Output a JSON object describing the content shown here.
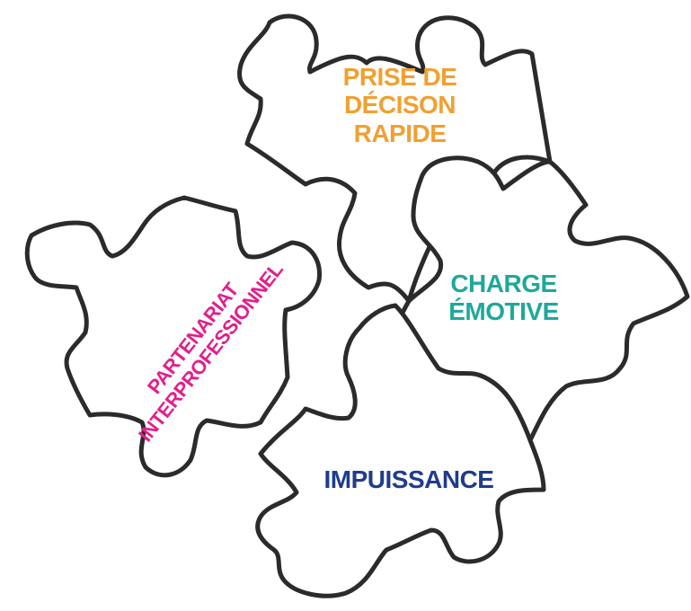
{
  "pieces": {
    "top": {
      "lines": [
        "PRISE DE",
        "DÉCISON",
        "RAPIDE"
      ],
      "color": "#F0A030"
    },
    "right": {
      "lines": [
        "CHARGE",
        "ÉMOTIVE"
      ],
      "color": "#1FA89A"
    },
    "bottom": {
      "lines": [
        "IMPUISSANCE"
      ],
      "color": "#1F3C8C"
    },
    "left": {
      "lines": [
        "PARTENARIAT",
        "INTERPROFESSIONNEL"
      ],
      "color": "#E0208C"
    }
  },
  "colors": {
    "outline": "#2b2b2b",
    "background": "#ffffff"
  }
}
